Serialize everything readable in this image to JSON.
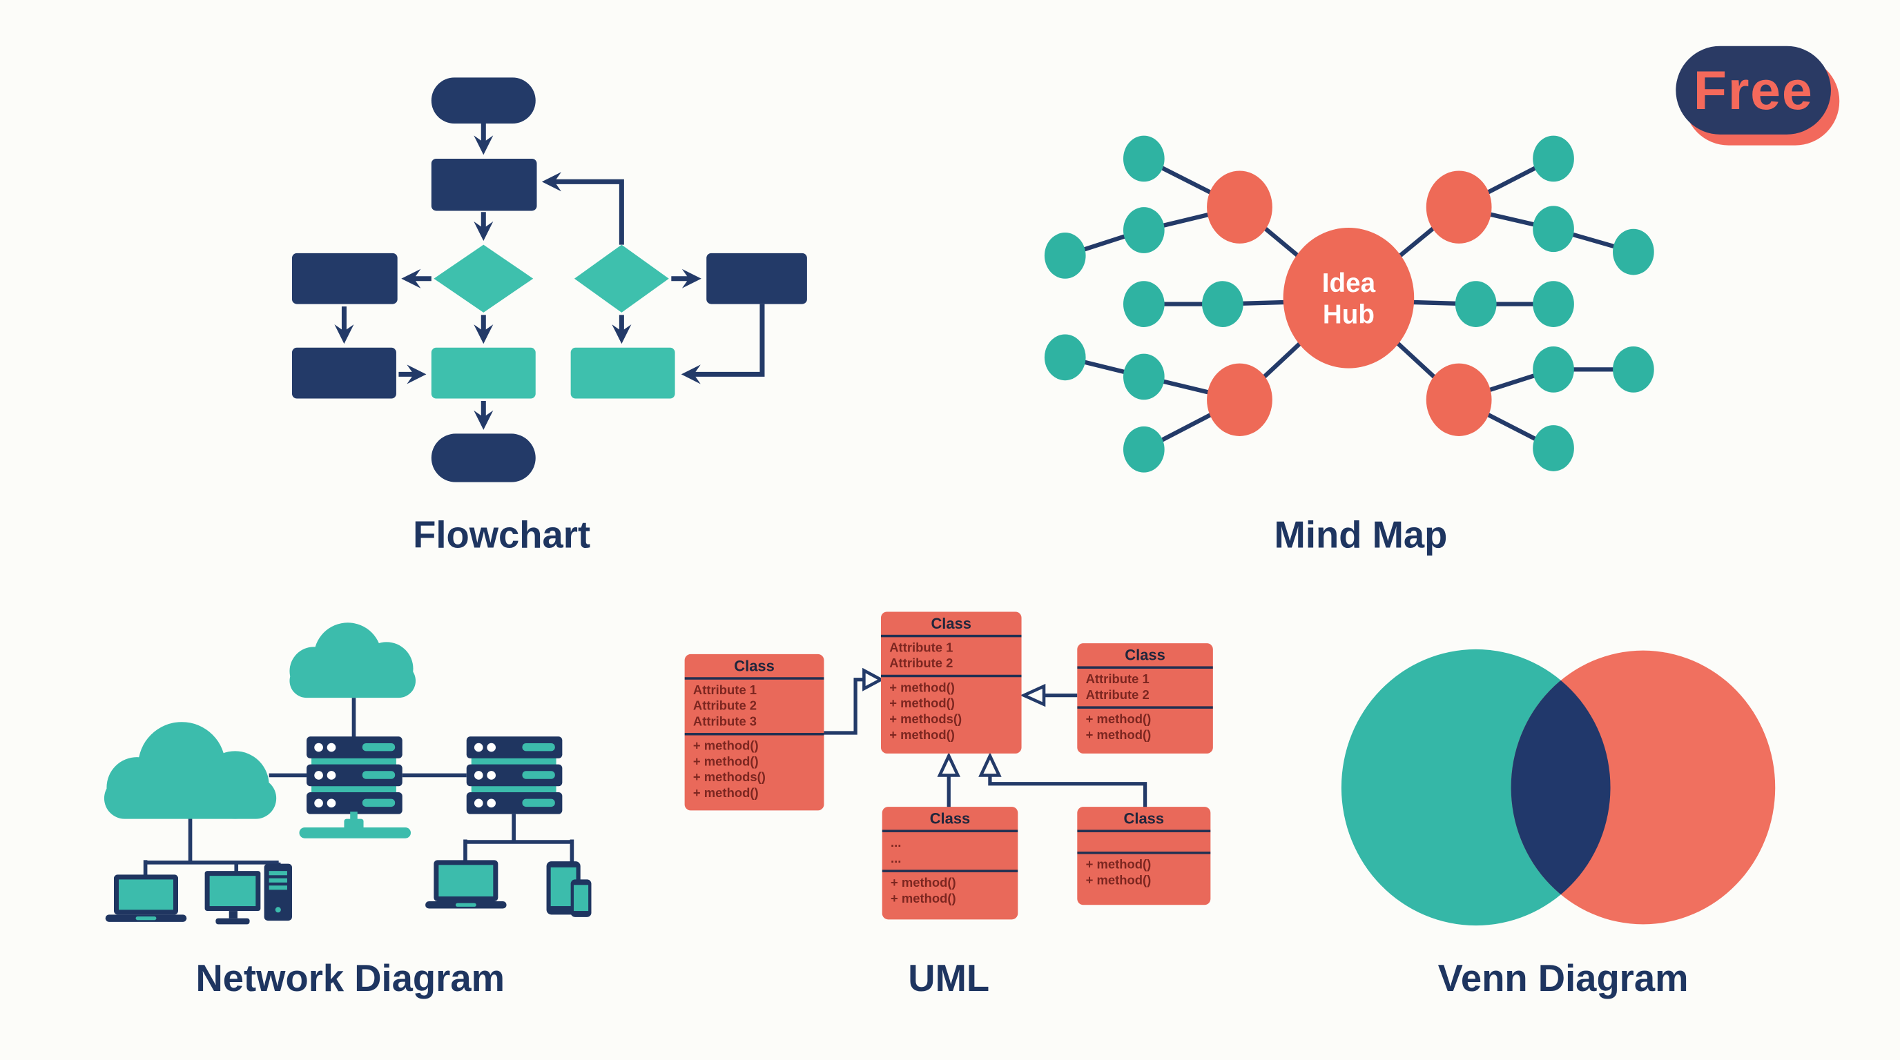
{
  "badge": {
    "label": "Free"
  },
  "labels": {
    "flowchart": "Flowchart",
    "mind_map": "Mind Map",
    "network": "Network Diagram",
    "uml": "UML",
    "venn": "Venn Diagram"
  },
  "mind_map": {
    "hub": "Idea Hub"
  },
  "uml": {
    "left": {
      "title": "Class",
      "attrs": [
        "Attribute 1",
        "Attribute 2",
        "Attribute 3"
      ],
      "methods": [
        "+ method()",
        "+ method()",
        "+ methods()",
        "+ method()"
      ]
    },
    "center": {
      "title": "Class",
      "attrs": [
        "Attribute 1",
        "Attribute 2"
      ],
      "methods": [
        "+ method()",
        "+ method()",
        "+ methods()",
        "+ method()"
      ]
    },
    "right": {
      "title": "Class",
      "attrs": [
        "Attribute 1",
        "Attribute 2"
      ],
      "methods": [
        "+ method()",
        "+ method()"
      ]
    },
    "bottom_left": {
      "title": "Class",
      "attrs": [
        "...",
        "..."
      ],
      "methods": [
        "+ method()",
        "+ method()"
      ]
    },
    "bottom_right": {
      "title": "Class",
      "attrs": [],
      "methods": [
        "+ method()",
        "+ method()"
      ]
    }
  },
  "icons": {
    "clouds": "cloud-icon",
    "servers": "server-stack-icon",
    "switch": "network-switch-icon",
    "devices": [
      "laptop-icon",
      "desktop-monitor-icon",
      "pc-tower-icon",
      "laptop-icon",
      "tablet-icon",
      "smartphone-icon"
    ]
  },
  "colors": {
    "background": "#FCFCF9",
    "navy": "#233A68",
    "navy_deep": "#1F3560",
    "badge_navy": "#2A3A64",
    "coral": "#EE6A57",
    "badge_coral": "#F2695C",
    "flowchart_teal": "#3EC0AD",
    "mindmap_teal": "#2FB3A2",
    "network_teal": "#3CBCAC",
    "venn_teal": "#35B7A7",
    "venn_coral": "#F0705F",
    "venn_overlap": "#21386B",
    "label_text": "#1E3560",
    "uml_box": "#E9695A",
    "uml_body_text": "#7C2620",
    "uml_title_text": "#20263C",
    "hub_text": "#FFFFFF"
  }
}
